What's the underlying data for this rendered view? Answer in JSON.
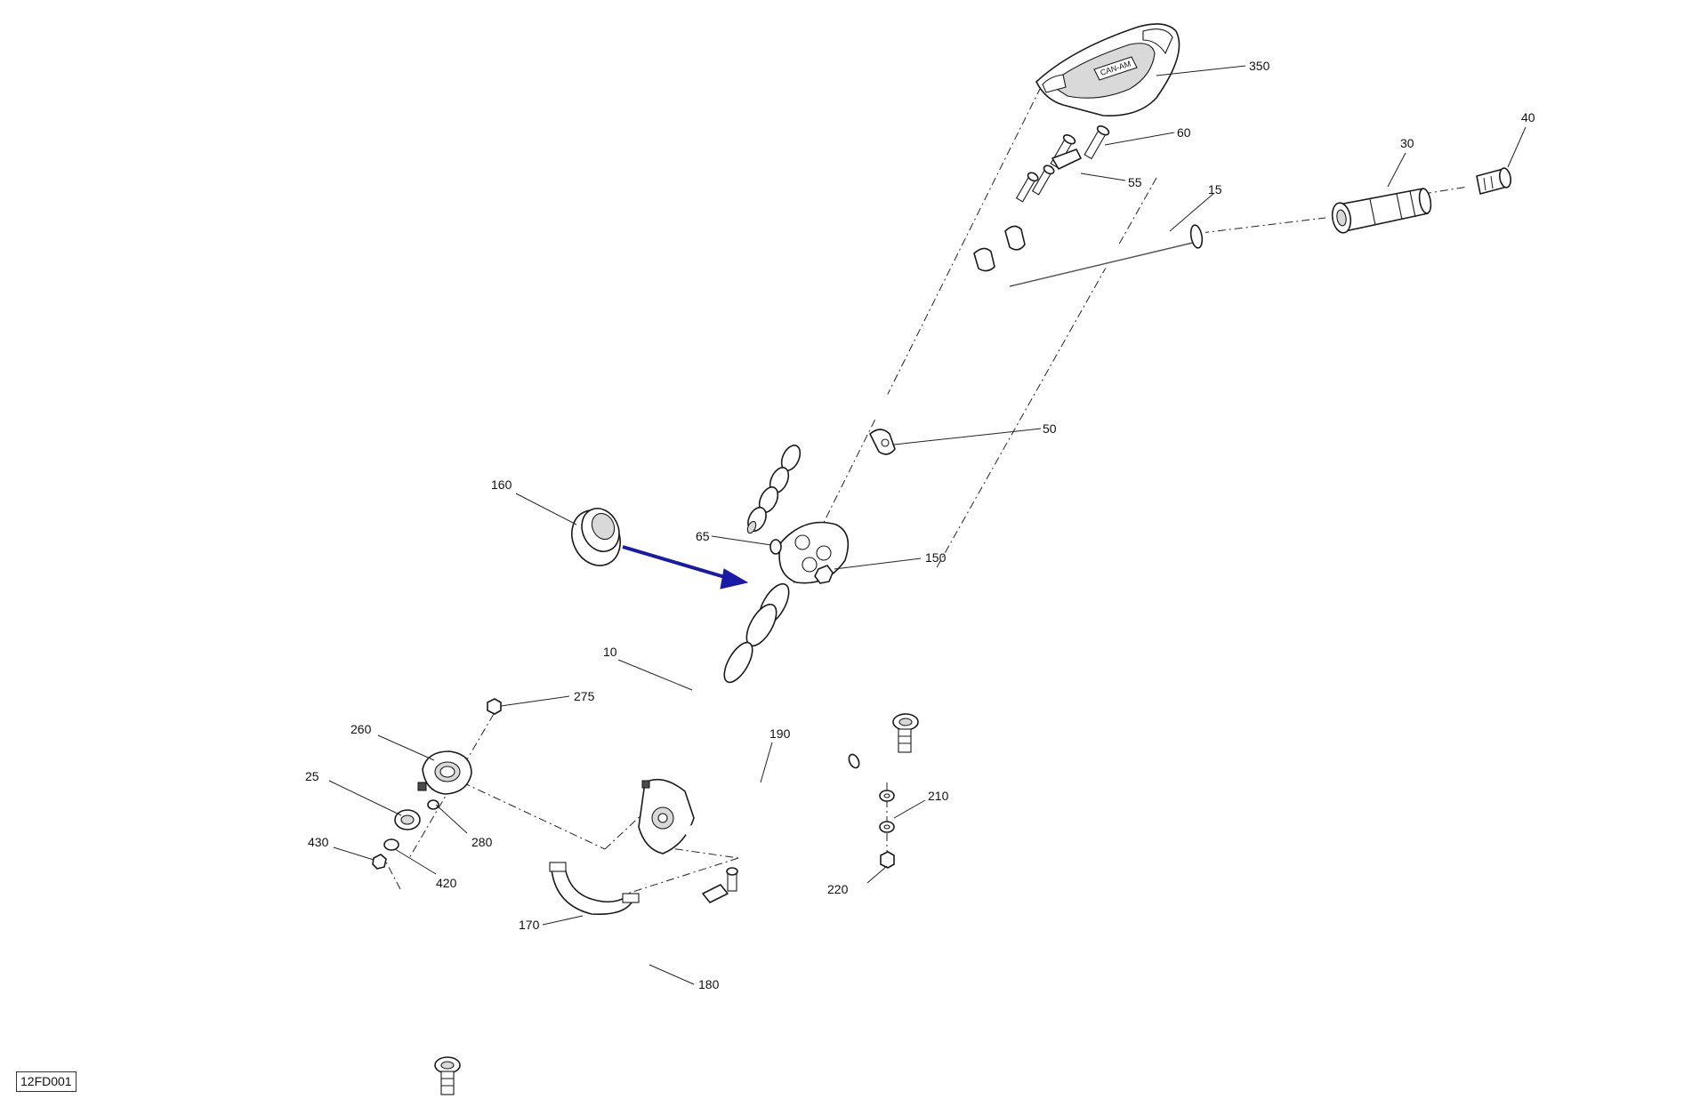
{
  "figure_reference": "12FD001",
  "accent_arrow_color": "#1a1aa8",
  "callouts": {
    "c10": "10",
    "c15": "15",
    "c25": "25",
    "c30": "30",
    "c40": "40",
    "c50": "50",
    "c55": "55",
    "c60": "60",
    "c65": "65",
    "c150": "150",
    "c160": "160",
    "c170": "170",
    "c180": "180",
    "c190": "190",
    "c210": "210",
    "c220": "220",
    "c260": "260",
    "c275": "275",
    "c280": "280",
    "c350": "350",
    "c420": "420",
    "c430": "430"
  },
  "parts_logo_text": "CAN-AM"
}
